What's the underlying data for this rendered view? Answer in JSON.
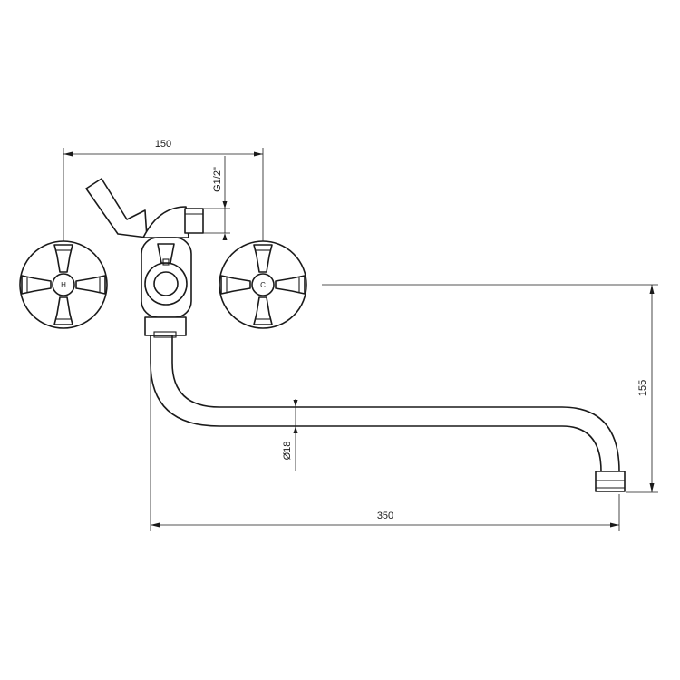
{
  "dimensions": {
    "width_overall": "150",
    "thread_size": "G1/2\"",
    "spout_height": "155",
    "pipe_diameter": "Ø18",
    "spout_length": "350"
  },
  "handles": {
    "left_label": "H",
    "right_label": "C"
  }
}
